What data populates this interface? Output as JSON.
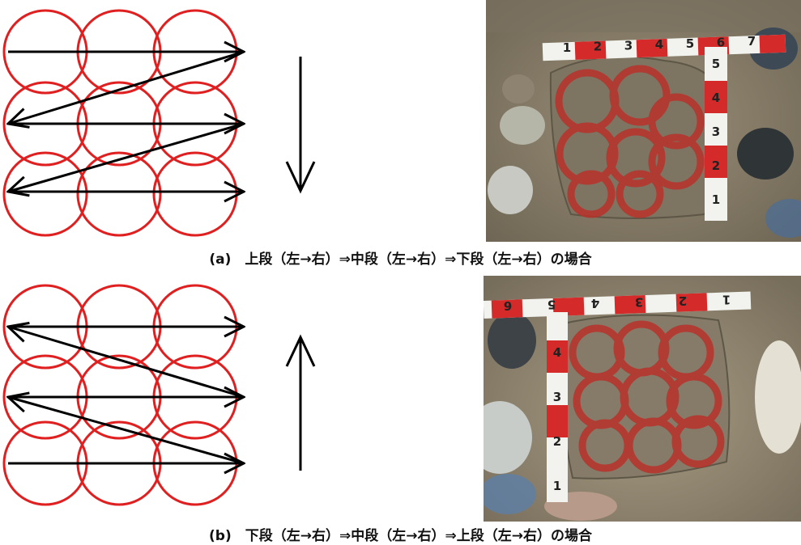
{
  "panel_a": {
    "caption": "(a)　上段（左→右）⇒中段（左→右）⇒下段（左→右）の場合",
    "grid": {
      "rows": 3,
      "cols": 3,
      "circle_color": "#e02020"
    },
    "direction": "down",
    "ruler_h_labels": [
      "1",
      "2",
      "3",
      "4",
      "5",
      "6",
      "7"
    ],
    "ruler_v_labels": [
      "5",
      "4",
      "3",
      "2",
      "1"
    ]
  },
  "panel_b": {
    "caption": "(b)　下段（左→右）⇒中段（左→右）⇒上段（左→右）の場合",
    "grid": {
      "rows": 3,
      "cols": 3,
      "circle_color": "#e02020"
    },
    "direction": "up",
    "ruler_h_labels": [
      "6",
      "5",
      "4",
      "3",
      "2",
      "1"
    ],
    "ruler_v_labels": [
      "4",
      "3",
      "2",
      "1"
    ]
  },
  "colors": {
    "circle": "#e02020",
    "arrow": "#000000",
    "soil": "#8a7f6a",
    "paint": "#b8322a",
    "ruler_red": "#d42a2a"
  }
}
